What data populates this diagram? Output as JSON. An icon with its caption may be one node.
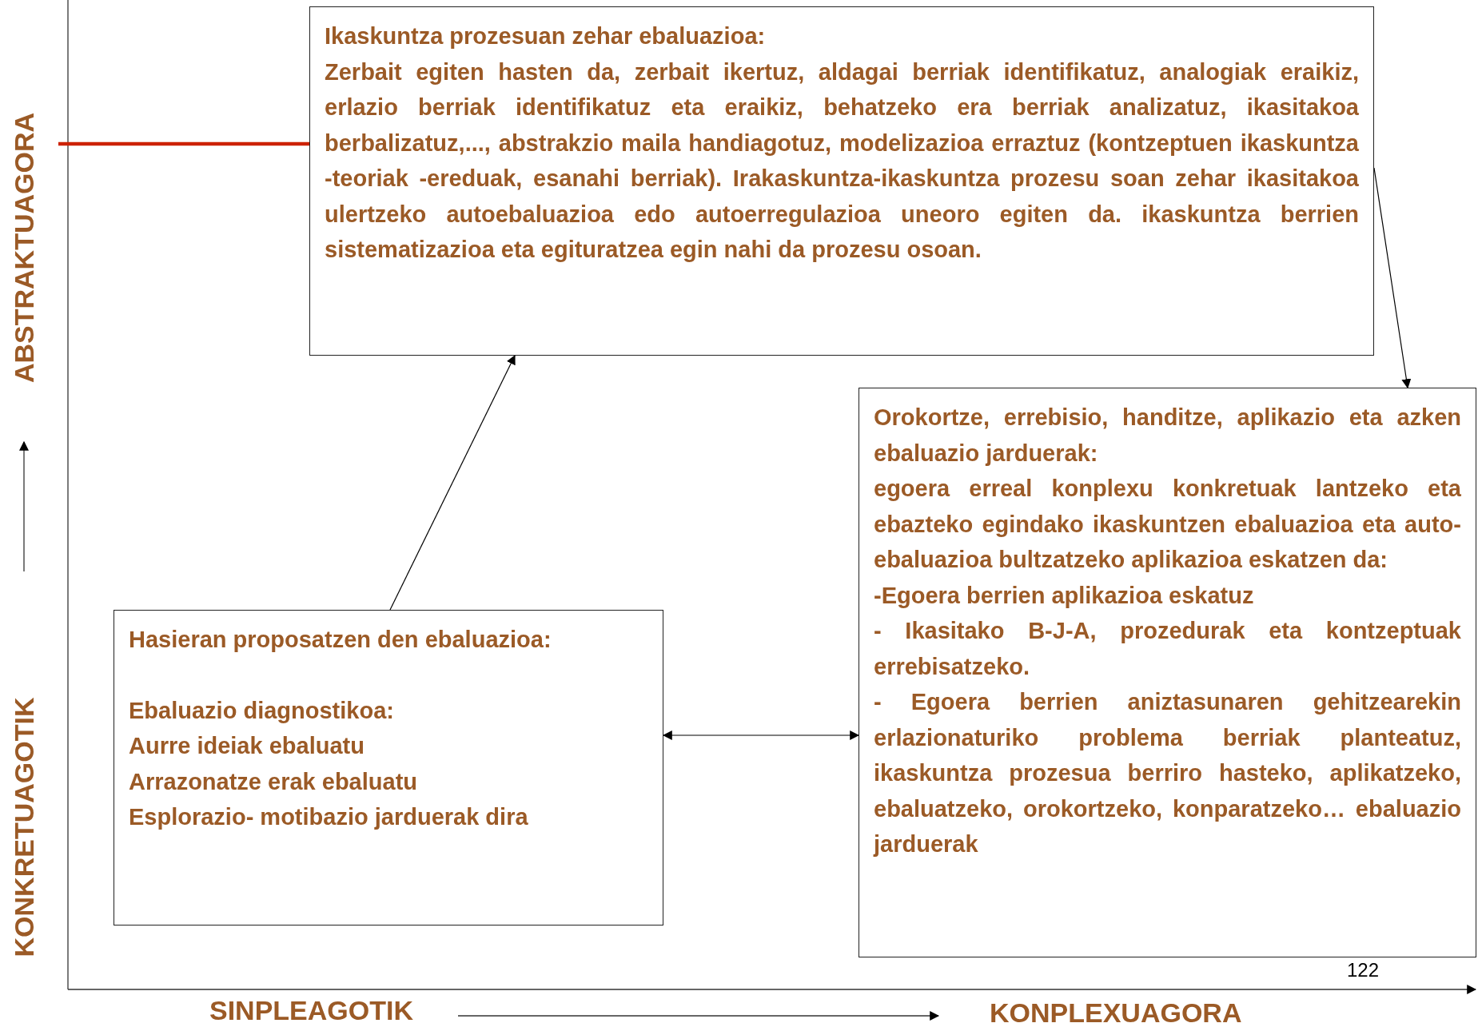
{
  "diagram": {
    "nodes": [
      {
        "text": [
          "Ikaskuntza prozesuan zehar ebaluazioa:",
          "Zerbait egiten hasten da, zerbait ikertuz, aldagai berriak identifikatuz, analogiak eraikiz, erlazio berriak identifikatuz eta eraikiz, behatzeko era berriak analizatuz, ikasitakoa berbalizatuz,..., abstrakzio maila handiagotuz, modelizazioa erraztuz (kontzeptuen ikaskuntza -teoriak -ereduak, esanahi berriak). Irakaskuntza-ikaskuntza prozesu soan zehar ikasitakoa ulertzeko autoebaluazioa edo autoerregulazioa uneoro egiten da. ikaskuntza berrien sistematizazioa eta egituratzea egin nahi da prozesu osoan."
        ]
      },
      {
        "text": [
          "Hasieran proposatzen den ebaluazioa:",
          "Ebaluazio diagnostikoa:",
          "Aurre ideiak ebaluatu",
          "Arrazonatze erak ebaluatu",
          "Esplorazio- motibazio jarduerak dira"
        ]
      },
      {
        "text": [
          "Orokortze, errebisio, handitze, aplikazio eta azken ebaluazio jarduerak:",
          "egoera erreal konplexu konkretuak lantzeko eta ebazteko egindako ikaskuntzen ebaluazioa eta auto-ebaluazioa bultzatzeko aplikazioa eskatzen da:",
          "-Egoera berrien aplikazioa eskatuz",
          "- Ikasitako B-J-A, prozedurak eta kontzeptuak errebisatzeko.",
          "- Egoera berrien aniztasunaren gehitzearekin erlazionaturiko problema berriak planteatuz, ikaskuntza prozesua berriro hasteko, aplikatzeko, ebaluatzeko, orokortzeko, konparatzeko… ebaluazio jarduerak"
        ]
      }
    ],
    "edges": [
      {
        "from": null,
        "to": 0,
        "arrow": "none",
        "style": "thick",
        "color": "#cc2200"
      },
      {
        "from": 1,
        "to": 0,
        "arrow": "to"
      },
      {
        "from": 0,
        "to": 2,
        "arrow": "to"
      },
      {
        "from": 1,
        "to": 2,
        "arrow": "both"
      }
    ],
    "labels": [
      "ABSTRAKTUAGORA",
      "KONKRETUAGOTIK",
      "SINPLEAGOTIK",
      "KONPLEXUAGORA",
      "122"
    ]
  }
}
